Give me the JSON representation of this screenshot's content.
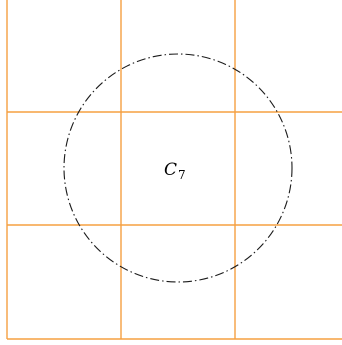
{
  "diagram": {
    "grid_color": "#f5a041",
    "circle_color": "#1a1a1a",
    "circle_style": "dash-dot",
    "circle_label": {
      "main": "C",
      "subscript": "7"
    }
  }
}
